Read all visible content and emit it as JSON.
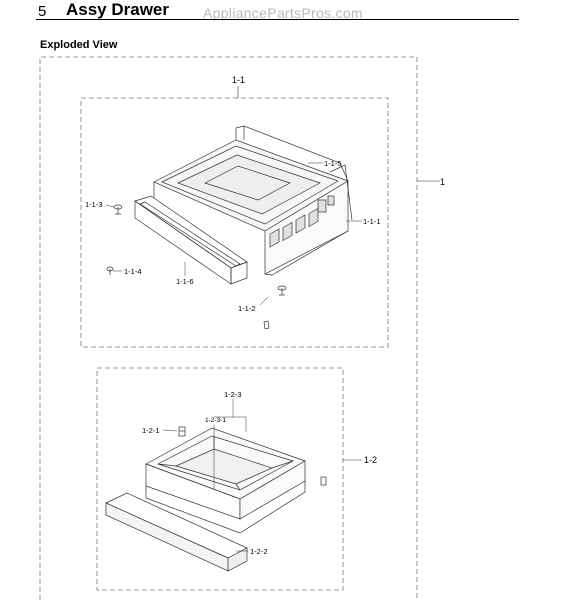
{
  "header": {
    "section_number": "5",
    "section_title": "Assy Drawer",
    "watermark": "AppliancePartsPros.com"
  },
  "subtitle": "Exploded View",
  "callouts": {
    "assembly": "1",
    "frame_assembly": "1-1",
    "frame_1": "1-1-1",
    "frame_2": "1-1-2",
    "frame_3": "1-1-3",
    "frame_4": "1-1-4",
    "frame_5": "1-1-5",
    "frame_6": "1-1-6",
    "drawer_assembly": "1-2",
    "drawer_1": "1-2-1",
    "drawer_2": "1-2-2",
    "drawer_3": "1-2-3",
    "drawer_3_1": "1-2-3-1"
  },
  "colors": {
    "line": "#333333",
    "dashed_border": "#777777",
    "watermark": "#b9b9b9"
  }
}
